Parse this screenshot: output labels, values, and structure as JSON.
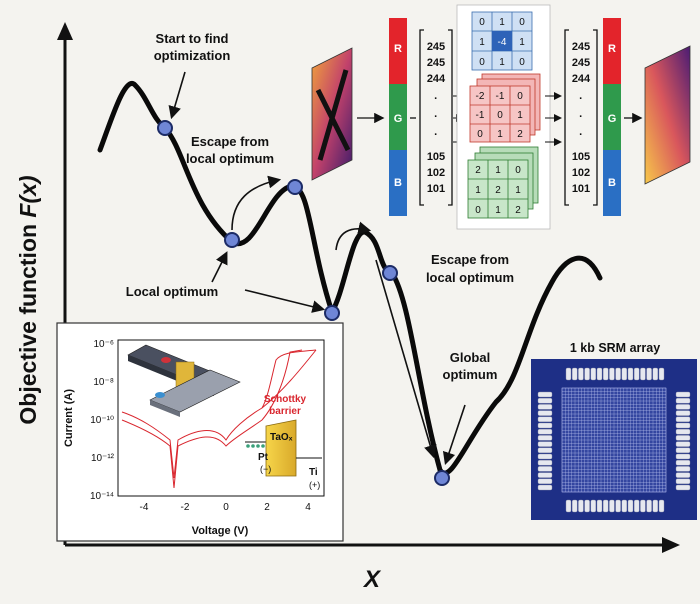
{
  "axes": {
    "y_label": "Objective function",
    "y_label_var": "F(x)",
    "x_label": "X"
  },
  "annotations": {
    "start": [
      "Start to find",
      "optimization"
    ],
    "escape1": [
      "Escape from",
      "local optimum"
    ],
    "escape2": [
      "Escape from",
      "local optimum"
    ],
    "local": "Local optimum",
    "global": [
      "Global",
      "optimum"
    ]
  },
  "image_pipeline": {
    "channels": [
      "R",
      "G",
      "B"
    ],
    "input_vector": [
      "245",
      "245",
      "244",
      "·",
      "·",
      "·",
      "105",
      "102",
      "101"
    ],
    "output_vector": [
      "245",
      "245",
      "244",
      "·",
      "·",
      "·",
      "105",
      "102",
      "101"
    ],
    "kernel_blue": [
      [
        "0",
        "1",
        "0"
      ],
      [
        "1",
        "-4",
        "1"
      ],
      [
        "0",
        "1",
        "0"
      ]
    ],
    "kernel_red": [
      [
        "-2",
        "-1",
        "0"
      ],
      [
        "-1",
        "0",
        "1"
      ],
      [
        "0",
        "1",
        "2"
      ]
    ],
    "kernel_green": [
      [
        "2",
        "1",
        "0"
      ],
      [
        "1",
        "2",
        "1"
      ],
      [
        "0",
        "1",
        "2"
      ]
    ]
  },
  "iv_inset": {
    "y_title": "Current (A)",
    "x_title": "Voltage (V)",
    "y_ticks": [
      "10⁻⁶",
      "10⁻⁸",
      "10⁻¹⁰",
      "10⁻¹²",
      "10⁻¹⁴"
    ],
    "x_ticks": [
      "-4",
      "-2",
      "0",
      "2",
      "4"
    ],
    "schottky": [
      "Schottky",
      "barrier"
    ],
    "band_labels": {
      "pt": "Pt",
      "pt_sign": "(−)",
      "taox": "TaOₓ",
      "ti": "Ti",
      "ti_sign": "(+)"
    }
  },
  "array_inset": {
    "title": "1 kb SRM array"
  },
  "colors": {
    "red": "#e3242b",
    "green": "#2f9a4c",
    "blue": "#2a6fc4",
    "curve": "#0a0a0a",
    "marker": "#6f86d6"
  }
}
